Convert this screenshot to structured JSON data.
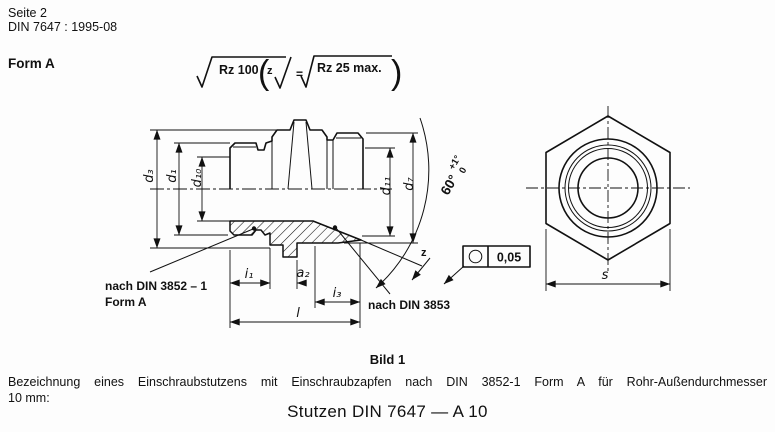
{
  "page": {
    "seite": "Seite 2",
    "norm": "DIN 7647 : 1995-08",
    "form_label": "Form A",
    "caption": "Bild 1",
    "paragraph": "Bezeichnung eines Einschraubstutzens mit Einschraubzapfen nach DIN 3852-1 Form A für Rohr-Außendurchmesser",
    "paragraph2": "10 mm:",
    "designation": "Stutzen DIN 7647 — A 10"
  },
  "roughness": {
    "open_paren": "(",
    "close_paren": ")",
    "outer": "Rz 100",
    "symbol_letter": "z",
    "equals": "=",
    "inner": "Rz 25 max."
  },
  "drawing": {
    "dims": {
      "d3": "d₃",
      "d1": "d₁",
      "d10": "d₁₀",
      "d11": "d₁₁",
      "d7": "d₇",
      "i1": "i₁",
      "a2": "a₂",
      "i3": "i₃",
      "l": "l",
      "s": "s"
    },
    "angle": {
      "value": "60°",
      "tol_upper": "+1°",
      "tol_lower": "0"
    },
    "z_mark": "z",
    "roundness_tol": "0,05",
    "note_left_line1": "nach DIN 3852 – 1",
    "note_left_line2": "Form A",
    "note_right": "nach DIN 3853"
  },
  "colors": {
    "ink": "#111111",
    "paper": "#fdfdfd"
  }
}
